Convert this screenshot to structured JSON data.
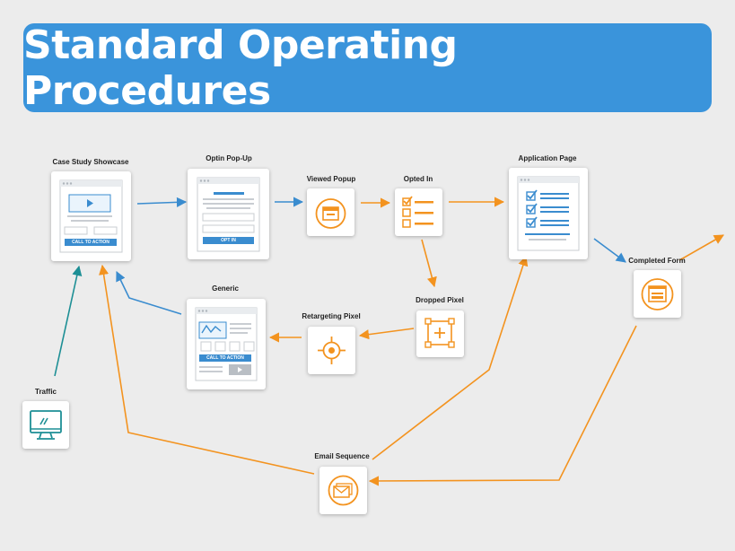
{
  "title": "Standard Operating Procedures",
  "colors": {
    "banner": "#3a94db",
    "orange": "#f3931f",
    "blue": "#3a8ccf",
    "teal": "#1d8f95"
  },
  "nodes": {
    "case_study_showcase": {
      "label": "Case Study Showcase",
      "button": "CALL TO ACTION",
      "icon": "landing-page-icon"
    },
    "optin_popup": {
      "label": "Optin Pop-Up",
      "button": "OPT IN",
      "icon": "optin-form-icon"
    },
    "viewed_popup": {
      "label": "Viewed Popup",
      "icon": "popup-window-icon"
    },
    "opted_in": {
      "label": "Opted In",
      "icon": "checklist-icon"
    },
    "application_page": {
      "label": "Application Page",
      "icon": "application-form-icon"
    },
    "completed_form": {
      "label": "Completed Form",
      "icon": "form-icon"
    },
    "dropped_pixel": {
      "label": "Dropped Pixel",
      "icon": "pixel-icon"
    },
    "retargeting_pixel": {
      "label": "Retargeting Pixel",
      "icon": "crosshair-icon"
    },
    "generic": {
      "label": "Generic",
      "button": "CALL TO ACTION",
      "icon": "generic-page-icon"
    },
    "traffic": {
      "label": "Traffic",
      "icon": "monitor-icon"
    },
    "email_sequence": {
      "label": "Email Sequence",
      "icon": "email-icon"
    }
  }
}
